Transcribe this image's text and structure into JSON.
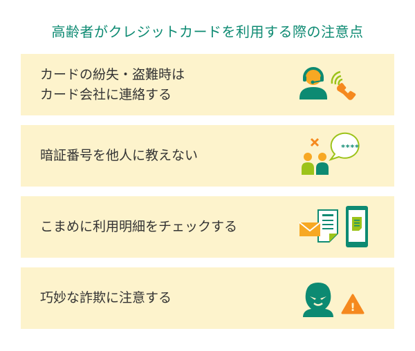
{
  "title": "高齢者がクレジットカードを利用する際の注意点",
  "colors": {
    "accent": "#0d8a72",
    "card_bg": "#fdf3cc",
    "orange": "#f5891f",
    "yellow": "#f7a823",
    "green": "#9cc31a"
  },
  "cards": [
    {
      "lines": [
        "カードの紛失・盗難時は",
        "カード会社に連絡する"
      ],
      "icon": "call-center-operator-icon"
    },
    {
      "lines": [
        "暗証番号を他人に教えない"
      ],
      "icon": "pin-secret-icon",
      "bubble": "****"
    },
    {
      "lines": [
        "こまめに利用明細をチェックする"
      ],
      "icon": "statement-check-icon"
    },
    {
      "lines": [
        "巧妙な詐欺に注意する"
      ],
      "icon": "fraud-warning-icon",
      "warn": "!"
    }
  ]
}
